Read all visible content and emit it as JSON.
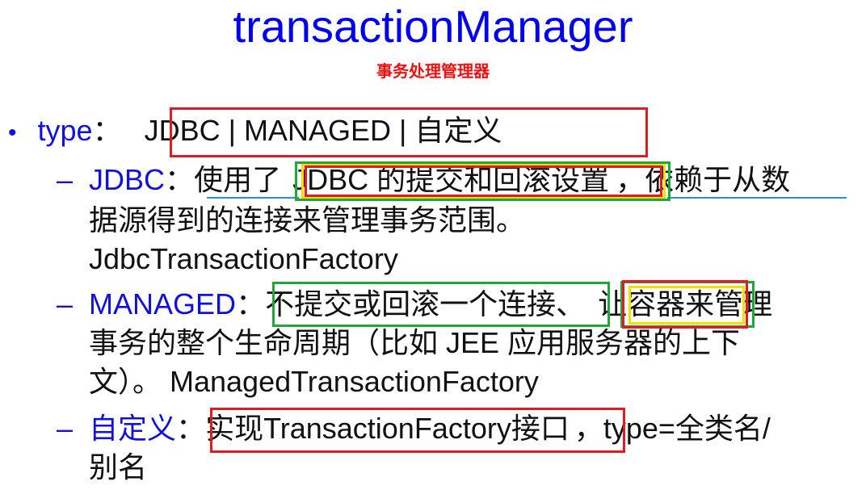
{
  "title": "transactionManager",
  "subtitle": "事务处理管理器",
  "type_item": {
    "bullet": "•",
    "label": "type",
    "colon": "：",
    "value": "JDBC | MANAGED | 自定义"
  },
  "jdbc_item": {
    "dash": "–",
    "label": "JDBC",
    "colon": "：",
    "line1_pre": "使用了",
    "line1_box": "JDBC 的提交和回滚设置",
    "line1_post": "，依赖于从数",
    "line2": "据源得到的连接来管理事务范围。",
    "line3": "JdbcTransactionFactory"
  },
  "managed_item": {
    "dash": "–",
    "label": "MANAGED",
    "colon": "：",
    "line1_box": "不提交或回滚一个连接",
    "line1_sep": "、",
    "line1_box2": "让容器",
    "line1_post": "来管理",
    "line2": "事务的整个生命周期（比如 JEE 应用服务器的上下",
    "line3": "文）。 ManagedTransactionFactory"
  },
  "custom_item": {
    "dash": "–",
    "label": "自定义",
    "colon": "：",
    "line1_box": "实现TransactionFactory接口",
    "line1_post": "，type=全类名/",
    "line2": "别名"
  },
  "colors": {
    "title": "#0000ee",
    "subtitle": "#ee1111",
    "label_blue": "#1111dd",
    "box_red": "#e01b24",
    "box_green": "#1fa83a",
    "box_yellow": "#f3e000",
    "underline": "#2b8fd6"
  }
}
